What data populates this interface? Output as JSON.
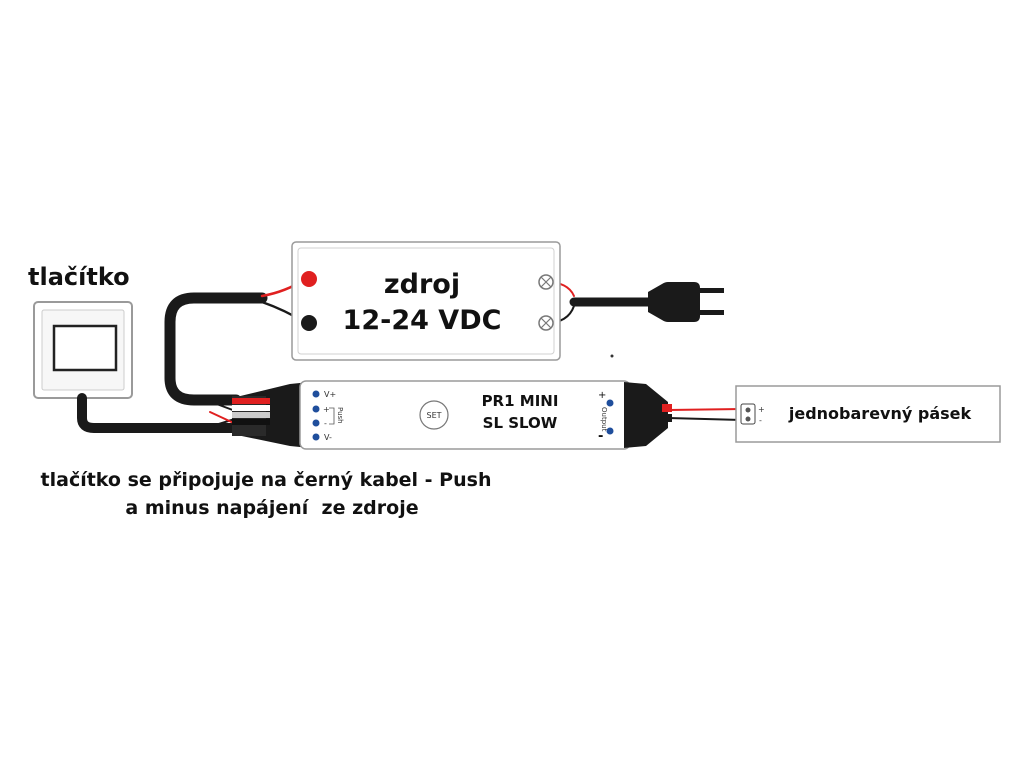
{
  "button": {
    "title": "tlačítko"
  },
  "power_supply": {
    "line1": "zdroj",
    "line2": "12-24 VDC"
  },
  "controller": {
    "name_line1": "PR1 MINI",
    "name_line2": "SL SLOW",
    "set_label": "SET",
    "pin_vplus": "V+",
    "pin_plus": "+",
    "pin_minus": "-",
    "pin_push": "Push",
    "pin_vminus": "V-",
    "out_plus": "+",
    "out_minus": "-",
    "out_label": "Output"
  },
  "led_strip": {
    "label": "jednobarevný pásek",
    "plus": "+",
    "minus": "-"
  },
  "caption": {
    "line1": "tlačítko se připojuje na černý kabel - Push",
    "line2": "a minus napájení  ze zdroje"
  },
  "colors": {
    "wire_red": "#e02020",
    "wire_black": "#1a1a1a",
    "pin_blue": "#1f4e9c",
    "outline": "#888888"
  }
}
